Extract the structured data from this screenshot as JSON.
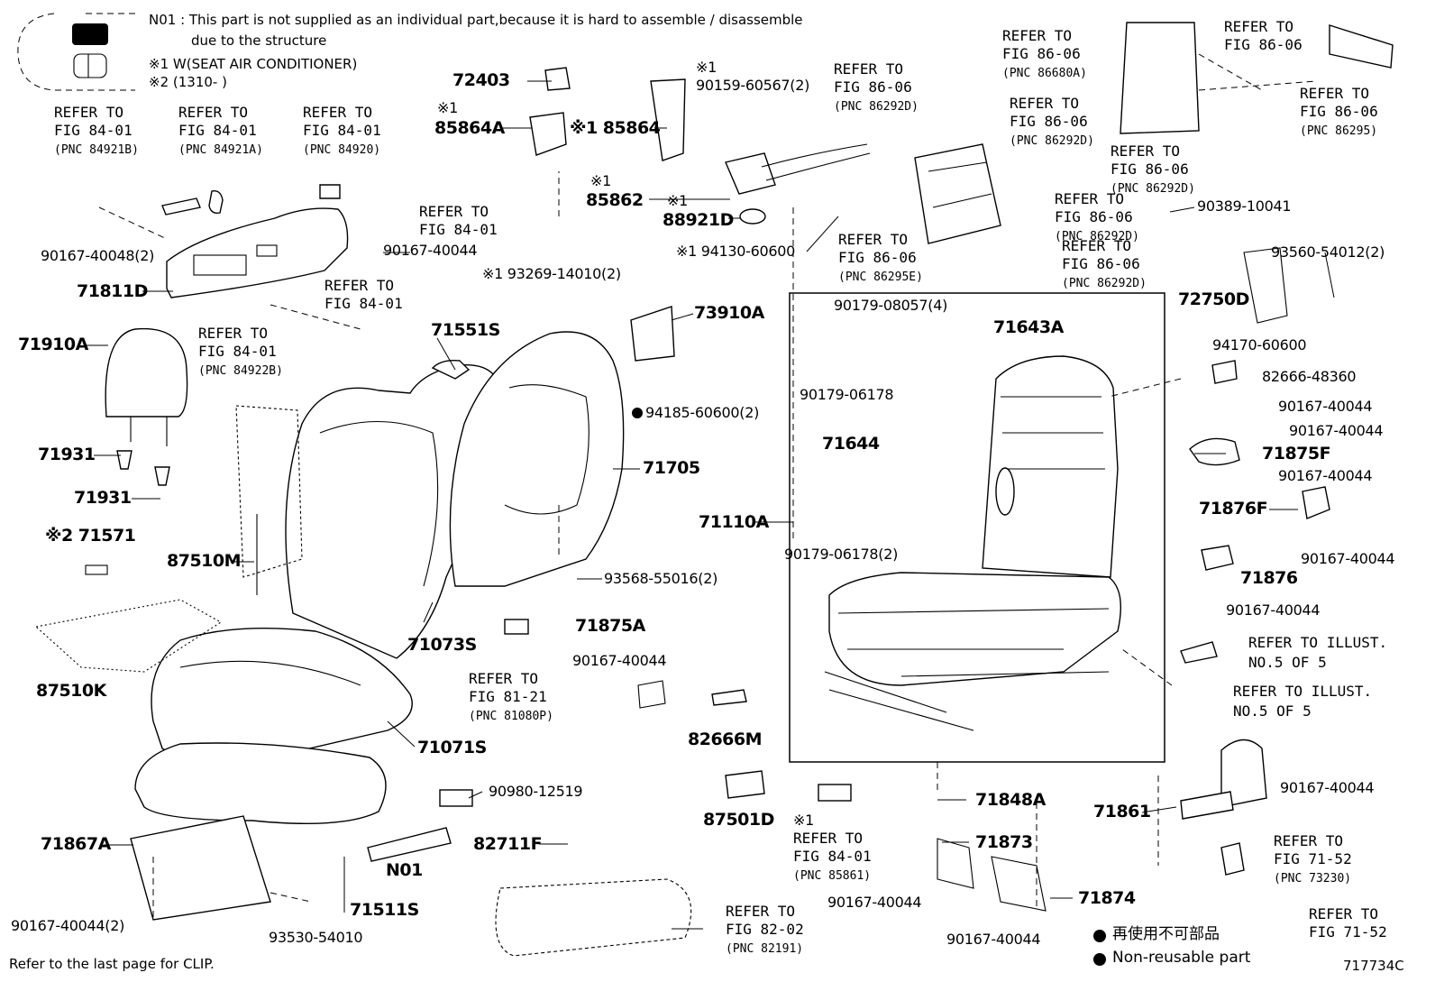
{
  "notes": {
    "n01": "N01 : This part is not supplied as an individual part,because it is hard to assemble / disassemble",
    "n01_cont": "due to the structure",
    "n1": "※1 W(SEAT AIR CONDITIONER)",
    "n2": "※2 (1310-      )"
  },
  "refs": {
    "r1": "REFER TO\nFIG 84-01",
    "r1s": "(PNC 84921B)",
    "r2": "REFER TO\nFIG 84-01",
    "r2s": "(PNC 84921A)",
    "r3": "REFER TO\nFIG 84-01",
    "r3s": "(PNC 84920)",
    "r4": "REFER TO\nFIG 84-01",
    "r5": "REFER TO\nFIG 84-01",
    "r6": "REFER TO\nFIG 84-01",
    "r6s": "(PNC 84922B)",
    "r7": "REFER TO\nFIG 86-06",
    "r7s": "(PNC 86292D)",
    "r8": "REFER TO\nFIG 86-06",
    "r8s": "(PNC 86680A)",
    "r9": "REFER TO\nFIG 86-06",
    "r10": "REFER TO\nFIG 86-06",
    "r10s": "(PNC 86292D)",
    "r11": "REFER TO\nFIG 86-06",
    "r11s": "(PNC 86295)",
    "r12": "REFER TO\nFIG 86-06",
    "r12s": "(PNC 86292D)",
    "r13": "REFER TO\nFIG 86-06",
    "r13s": "(PNC 86292D)",
    "r14": "REFER TO\nFIG 86-06",
    "r14s": "(PNC 86295E)",
    "r15": "REFER TO\nFIG 86-06",
    "r15s": "(PNC 86292D)",
    "r16": "REFER TO\nFIG 81-21",
    "r16s": "(PNC 81080P)",
    "r17": "REFER TO\nFIG 84-01",
    "r17s": "(PNC 85861)",
    "r18": "REFER TO\nFIG 82-02",
    "r18s": "(PNC 82191)",
    "r19": "REFER TO\nFIG 71-52",
    "r19s": "(PNC 73230)",
    "r20": "REFER TO\nFIG 71-52",
    "ill1": "REFER TO ILLUST.\nNO.5 OF 5",
    "ill2": "REFER TO ILLUST.\nNO.5 OF 5"
  },
  "parts": {
    "p72403": "72403",
    "p85864A": "85864A",
    "p85864": "※1 85864",
    "p85862": "85862",
    "p88921D": "88921D",
    "p90159": "90159-60567(2)",
    "p93269": "※1 93269-14010(2)",
    "p94130": "※1 94130-60600",
    "p90167_48": "90167-40048(2)",
    "p90167_a": "90167-40044",
    "p71811D": "71811D",
    "p71910A": "71910A",
    "p71931a": "71931",
    "p71931b": "71931",
    "p71571": "※2 71571",
    "p87510M": "87510M",
    "p87510K": "87510K",
    "p71551S": "71551S",
    "p71705": "71705",
    "p73910A": "73910A",
    "p94185": "94185-60600(2)",
    "p93568": "93568-55016(2)",
    "p71073S": "71073S",
    "p71071S": "71071S",
    "p71875A": "71875A",
    "p90167_b": "90167-40044",
    "p82666M": "82666M",
    "p90980": "90980-12519",
    "p82711F": "82711F",
    "p87501D": "87501D",
    "p71867A": "71867A",
    "pN01": "N01",
    "p71511S": "71511S",
    "p90167_c": "90167-40044(2)",
    "p93530": "93530-54010",
    "p90389": "90389-10041",
    "p93560": "93560-54012(2)",
    "p72750D": "72750D",
    "p90179_08": "90179-08057(4)",
    "p71643A": "71643A",
    "p90179_06a": "90179-06178",
    "p71644": "71644",
    "p71110A": "71110A",
    "p90179_06b": "90179-06178(2)",
    "p94170": "94170-60600",
    "p82666_48": "82666-48360",
    "p90167_d": "90167-40044",
    "p90167_e": "90167-40044",
    "p71875F": "71875F",
    "p90167_f": "90167-40044",
    "p71876F": "71876F",
    "p90167_g": "90167-40044",
    "p71876": "71876",
    "p90167_h": "90167-40044",
    "p71848A": "71848A",
    "p71873": "71873",
    "p90167_i": "90167-40044",
    "p90167_j": "90167-40044",
    "p71874": "71874",
    "p71861": "71861",
    "p90167_k": "90167-40044"
  },
  "footer": {
    "clip": "Refer to the last page for CLIP.",
    "legend_jp": "再使用不可部品",
    "legend_en": "Non-reusable part",
    "code": "717734C"
  }
}
